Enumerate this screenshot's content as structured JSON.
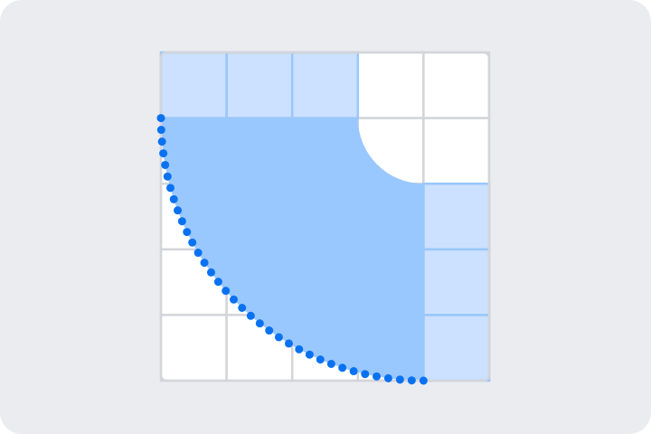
{
  "figure": {
    "description_kind": "grid-corner-radius-illustration",
    "grid": {
      "rows": 5,
      "cols": 5
    },
    "highlighted_cells": [
      [
        0,
        0
      ],
      [
        0,
        1
      ],
      [
        0,
        2
      ],
      [
        2,
        4
      ],
      [
        3,
        4
      ],
      [
        4,
        4
      ]
    ],
    "colors": {
      "background": "#ebecf0",
      "cell_fill": "#ffffff",
      "grid_line": "#d4d5da",
      "highlight_cell": "#cce1ff",
      "highlight_border": "#99c7fb",
      "shape_fill": "#99c7ff",
      "dots": "#0a72f0"
    },
    "dot_count": 36
  }
}
